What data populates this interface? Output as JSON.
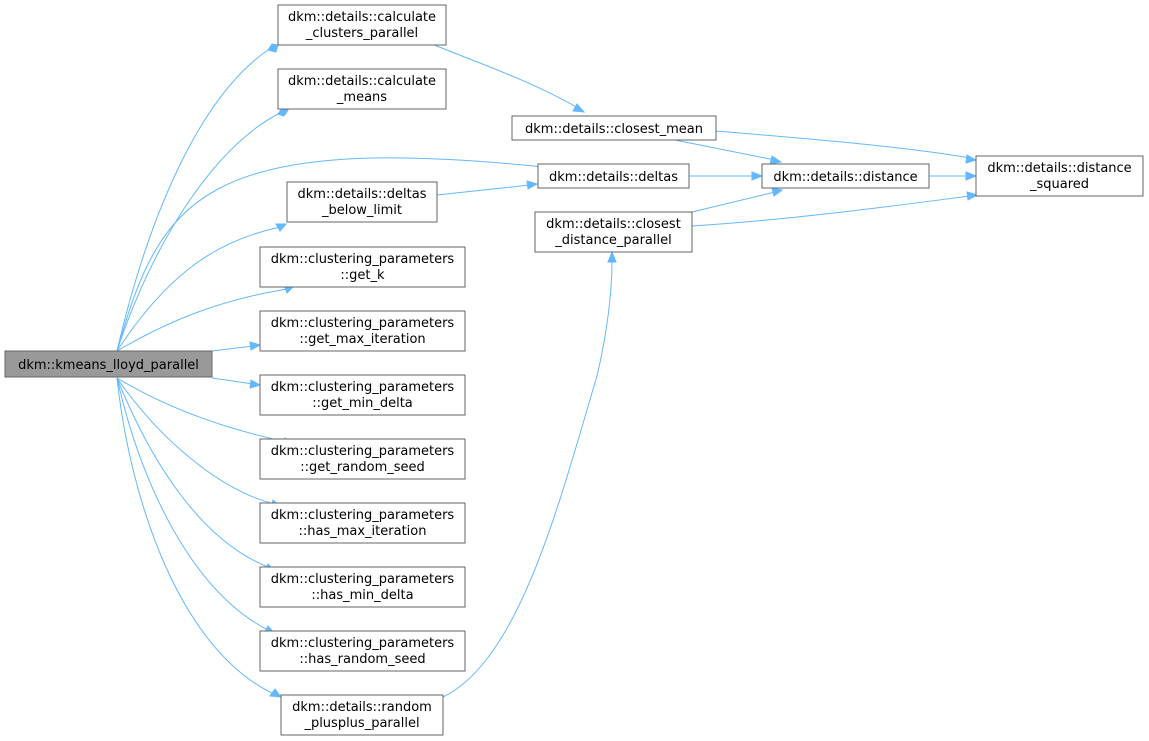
{
  "graph": {
    "nodes": {
      "root": "dkm::kmeans_lloyd_parallel",
      "calc_clusters": [
        "dkm::details::calculate",
        "_clusters_parallel"
      ],
      "calc_means": [
        "dkm::details::calculate",
        "_means"
      ],
      "deltas_below": [
        "dkm::details::deltas",
        "_below_limit"
      ],
      "get_k": [
        "dkm::clustering_parameters",
        "::get_k"
      ],
      "get_max_iter": [
        "dkm::clustering_parameters",
        "::get_max_iteration"
      ],
      "get_min_delta": [
        "dkm::clustering_parameters",
        "::get_min_delta"
      ],
      "get_random_seed": [
        "dkm::clustering_parameters",
        "::get_random_seed"
      ],
      "has_max_iter": [
        "dkm::clustering_parameters",
        "::has_max_iteration"
      ],
      "has_min_delta": [
        "dkm::clustering_parameters",
        "::has_min_delta"
      ],
      "has_random_seed": [
        "dkm::clustering_parameters",
        "::has_random_seed"
      ],
      "random_pp": [
        "dkm::details::random",
        "_plusplus_parallel"
      ],
      "closest_mean": "dkm::details::closest_mean",
      "deltas": "dkm::details::deltas",
      "closest_dist": [
        "dkm::details::closest",
        "_distance_parallel"
      ],
      "distance": "dkm::details::distance",
      "dist_sq": [
        "dkm::details::distance",
        "_squared"
      ]
    }
  }
}
